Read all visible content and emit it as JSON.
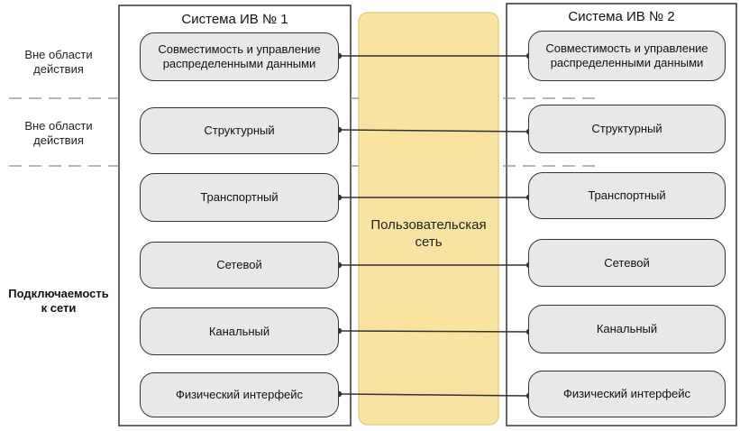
{
  "colors": {
    "network_fill": "#f8e3a1",
    "network_stroke": "#e0cf8a",
    "layer_fill": "#e8e8e8",
    "layer_stroke": "#333333",
    "frame_stroke": "#333333",
    "dash_stroke": "#8a8a8a"
  },
  "system_left": {
    "title": "Система ИВ № 1"
  },
  "system_right": {
    "title": "Система ИВ № 2"
  },
  "network": {
    "label_line1": "Пользовательская",
    "label_line2": "сеть"
  },
  "side_labels": [
    {
      "line1": "Вне области",
      "line2": "действия"
    },
    {
      "line1": "Вне области",
      "line2": "действия"
    },
    {
      "line1": "Подключаемость",
      "line2": "к сети"
    }
  ],
  "layers": [
    {
      "line1": "Совместимость и управление",
      "line2": "распределенными данными"
    },
    {
      "line1": "Структурный",
      "line2": ""
    },
    {
      "line1": "Транспортный",
      "line2": ""
    },
    {
      "line1": "Сетевой",
      "line2": ""
    },
    {
      "line1": "Канальный",
      "line2": ""
    },
    {
      "line1": "Физический интерфейс",
      "line2": ""
    }
  ]
}
